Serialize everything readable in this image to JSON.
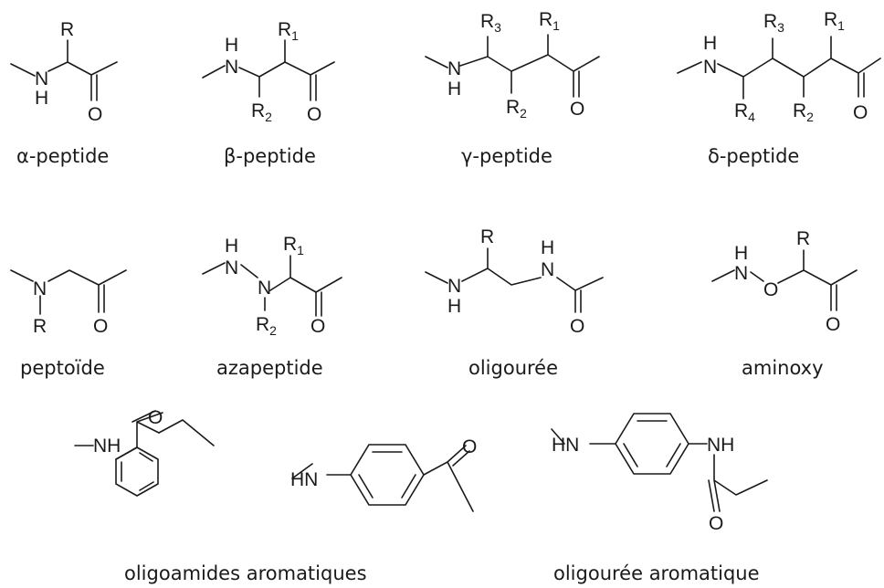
{
  "captions": {
    "alpha": "α-peptide",
    "beta": "β-peptide",
    "gamma": "γ-peptide",
    "delta": "δ-peptide",
    "peptoide": "peptoïde",
    "azapeptide": "azapeptide",
    "oligouree": "oligourée",
    "aminoxy": "aminoxy",
    "oligoamides_aromatiques": "oligoamides aromatiques",
    "oligouree_aromatique": "oligourée aromatique"
  },
  "atoms": {
    "N": "N",
    "H": "H",
    "O": "O",
    "NH": "NH",
    "HN": "HN",
    "R": "R"
  },
  "substituents": {
    "R1": "R",
    "R2": "R",
    "R3": "R",
    "R4": "R",
    "n1": "1",
    "n2": "2",
    "n3": "3",
    "n4": "4"
  }
}
